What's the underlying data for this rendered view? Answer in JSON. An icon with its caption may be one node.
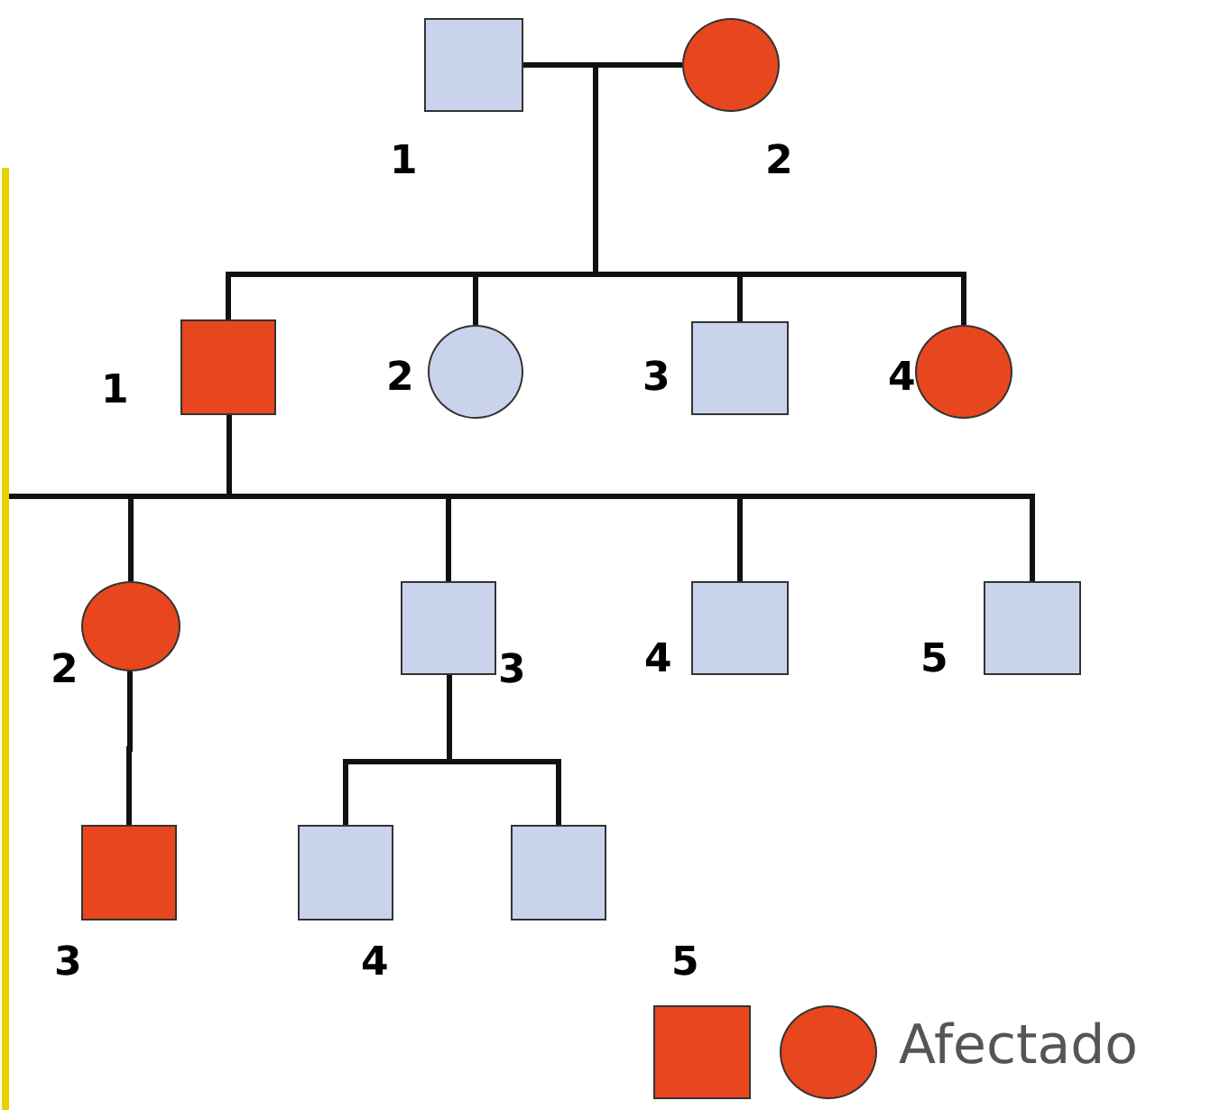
{
  "diagram": {
    "nodes": [
      {
        "text": [],
        "shape": "box",
        "beside": [
          "1"
        ]
      },
      {
        "text": [],
        "shape": "circle",
        "beside": [
          "2"
        ]
      },
      {
        "text": [],
        "shape": "box",
        "beside": [
          "1"
        ]
      },
      {
        "text": [],
        "shape": "circle",
        "beside": [
          "2"
        ]
      },
      {
        "text": [],
        "shape": "box",
        "beside": [
          "3"
        ]
      },
      {
        "text": [],
        "shape": "circle",
        "beside": [
          "4"
        ]
      },
      {
        "text": [],
        "shape": "circle",
        "beside": [
          "2"
        ]
      },
      {
        "text": [],
        "shape": "box",
        "beside": [
          "3"
        ]
      },
      {
        "text": [],
        "shape": "box",
        "beside": [
          "4"
        ]
      },
      {
        "text": [],
        "shape": "box",
        "beside": [
          "5"
        ]
      },
      {
        "text": [],
        "shape": "box",
        "beside": [
          "3"
        ]
      },
      {
        "text": [],
        "shape": "box",
        "beside": [
          "4"
        ]
      },
      {
        "text": [],
        "shape": "box",
        "beside": [
          "5"
        ]
      }
    ],
    "edges": [
      {
        "from": 0,
        "to": 1,
        "arrow": "none"
      },
      {
        "from": 0,
        "to": 2,
        "arrow": "none"
      },
      {
        "from": 1,
        "to": 2,
        "arrow": "none"
      },
      {
        "from": 0,
        "to": 3,
        "arrow": "none"
      },
      {
        "from": 1,
        "to": 3,
        "arrow": "none"
      },
      {
        "from": 0,
        "to": 4,
        "arrow": "none"
      },
      {
        "from": 1,
        "to": 4,
        "arrow": "none"
      },
      {
        "from": 0,
        "to": 5,
        "arrow": "none"
      },
      {
        "from": 1,
        "to": 5,
        "arrow": "none"
      },
      {
        "from": 2,
        "to": 6,
        "arrow": "none"
      },
      {
        "from": 2,
        "to": 7,
        "arrow": "none"
      },
      {
        "from": 2,
        "to": 8,
        "arrow": "none"
      },
      {
        "from": 2,
        "to": 9,
        "arrow": "none"
      },
      {
        "from": 6,
        "to": 10,
        "arrow": "none"
      },
      {
        "from": 7,
        "to": 11,
        "arrow": "none"
      },
      {
        "from": 7,
        "to": 12,
        "arrow": "none"
      }
    ],
    "legend": [
      {
        "text": "Afectado",
        "color": "#e8461e"
      }
    ]
  }
}
